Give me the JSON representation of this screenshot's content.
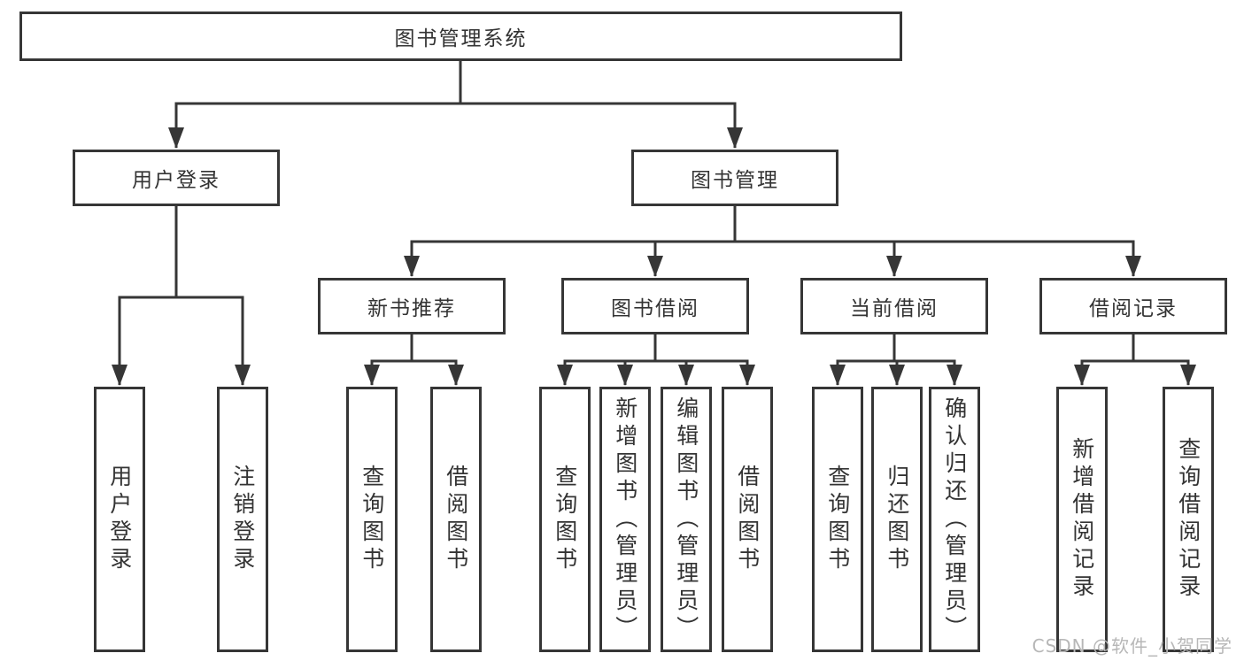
{
  "diagram": {
    "title_node": "图书管理系统",
    "branches": [
      {
        "label": "用户登录"
      },
      {
        "label": "图书管理"
      }
    ],
    "modules": [
      {
        "label": "新书推荐"
      },
      {
        "label": "图书借阅"
      },
      {
        "label": "当前借阅"
      },
      {
        "label": "借阅记录"
      }
    ],
    "leaves": [
      {
        "label": "用户登录"
      },
      {
        "label": "注销登录"
      },
      {
        "label": "查询图书"
      },
      {
        "label": "借阅图书"
      },
      {
        "label": "查询图书"
      },
      {
        "label": "新增图书（管理员）"
      },
      {
        "label": "编辑图书（管理员）"
      },
      {
        "label": "借阅图书"
      },
      {
        "label": "查询图书"
      },
      {
        "label": "归还图书"
      },
      {
        "label": "确认归还（管理员）"
      },
      {
        "label": "新增借阅记录"
      },
      {
        "label": "查询借阅记录"
      }
    ]
  },
  "watermark": {
    "text": "CSDN @软件_小贺同学"
  },
  "colors": {
    "line": "#363636",
    "text": "#333333",
    "background": "#ffffff",
    "watermark": "#b7b7b7"
  }
}
